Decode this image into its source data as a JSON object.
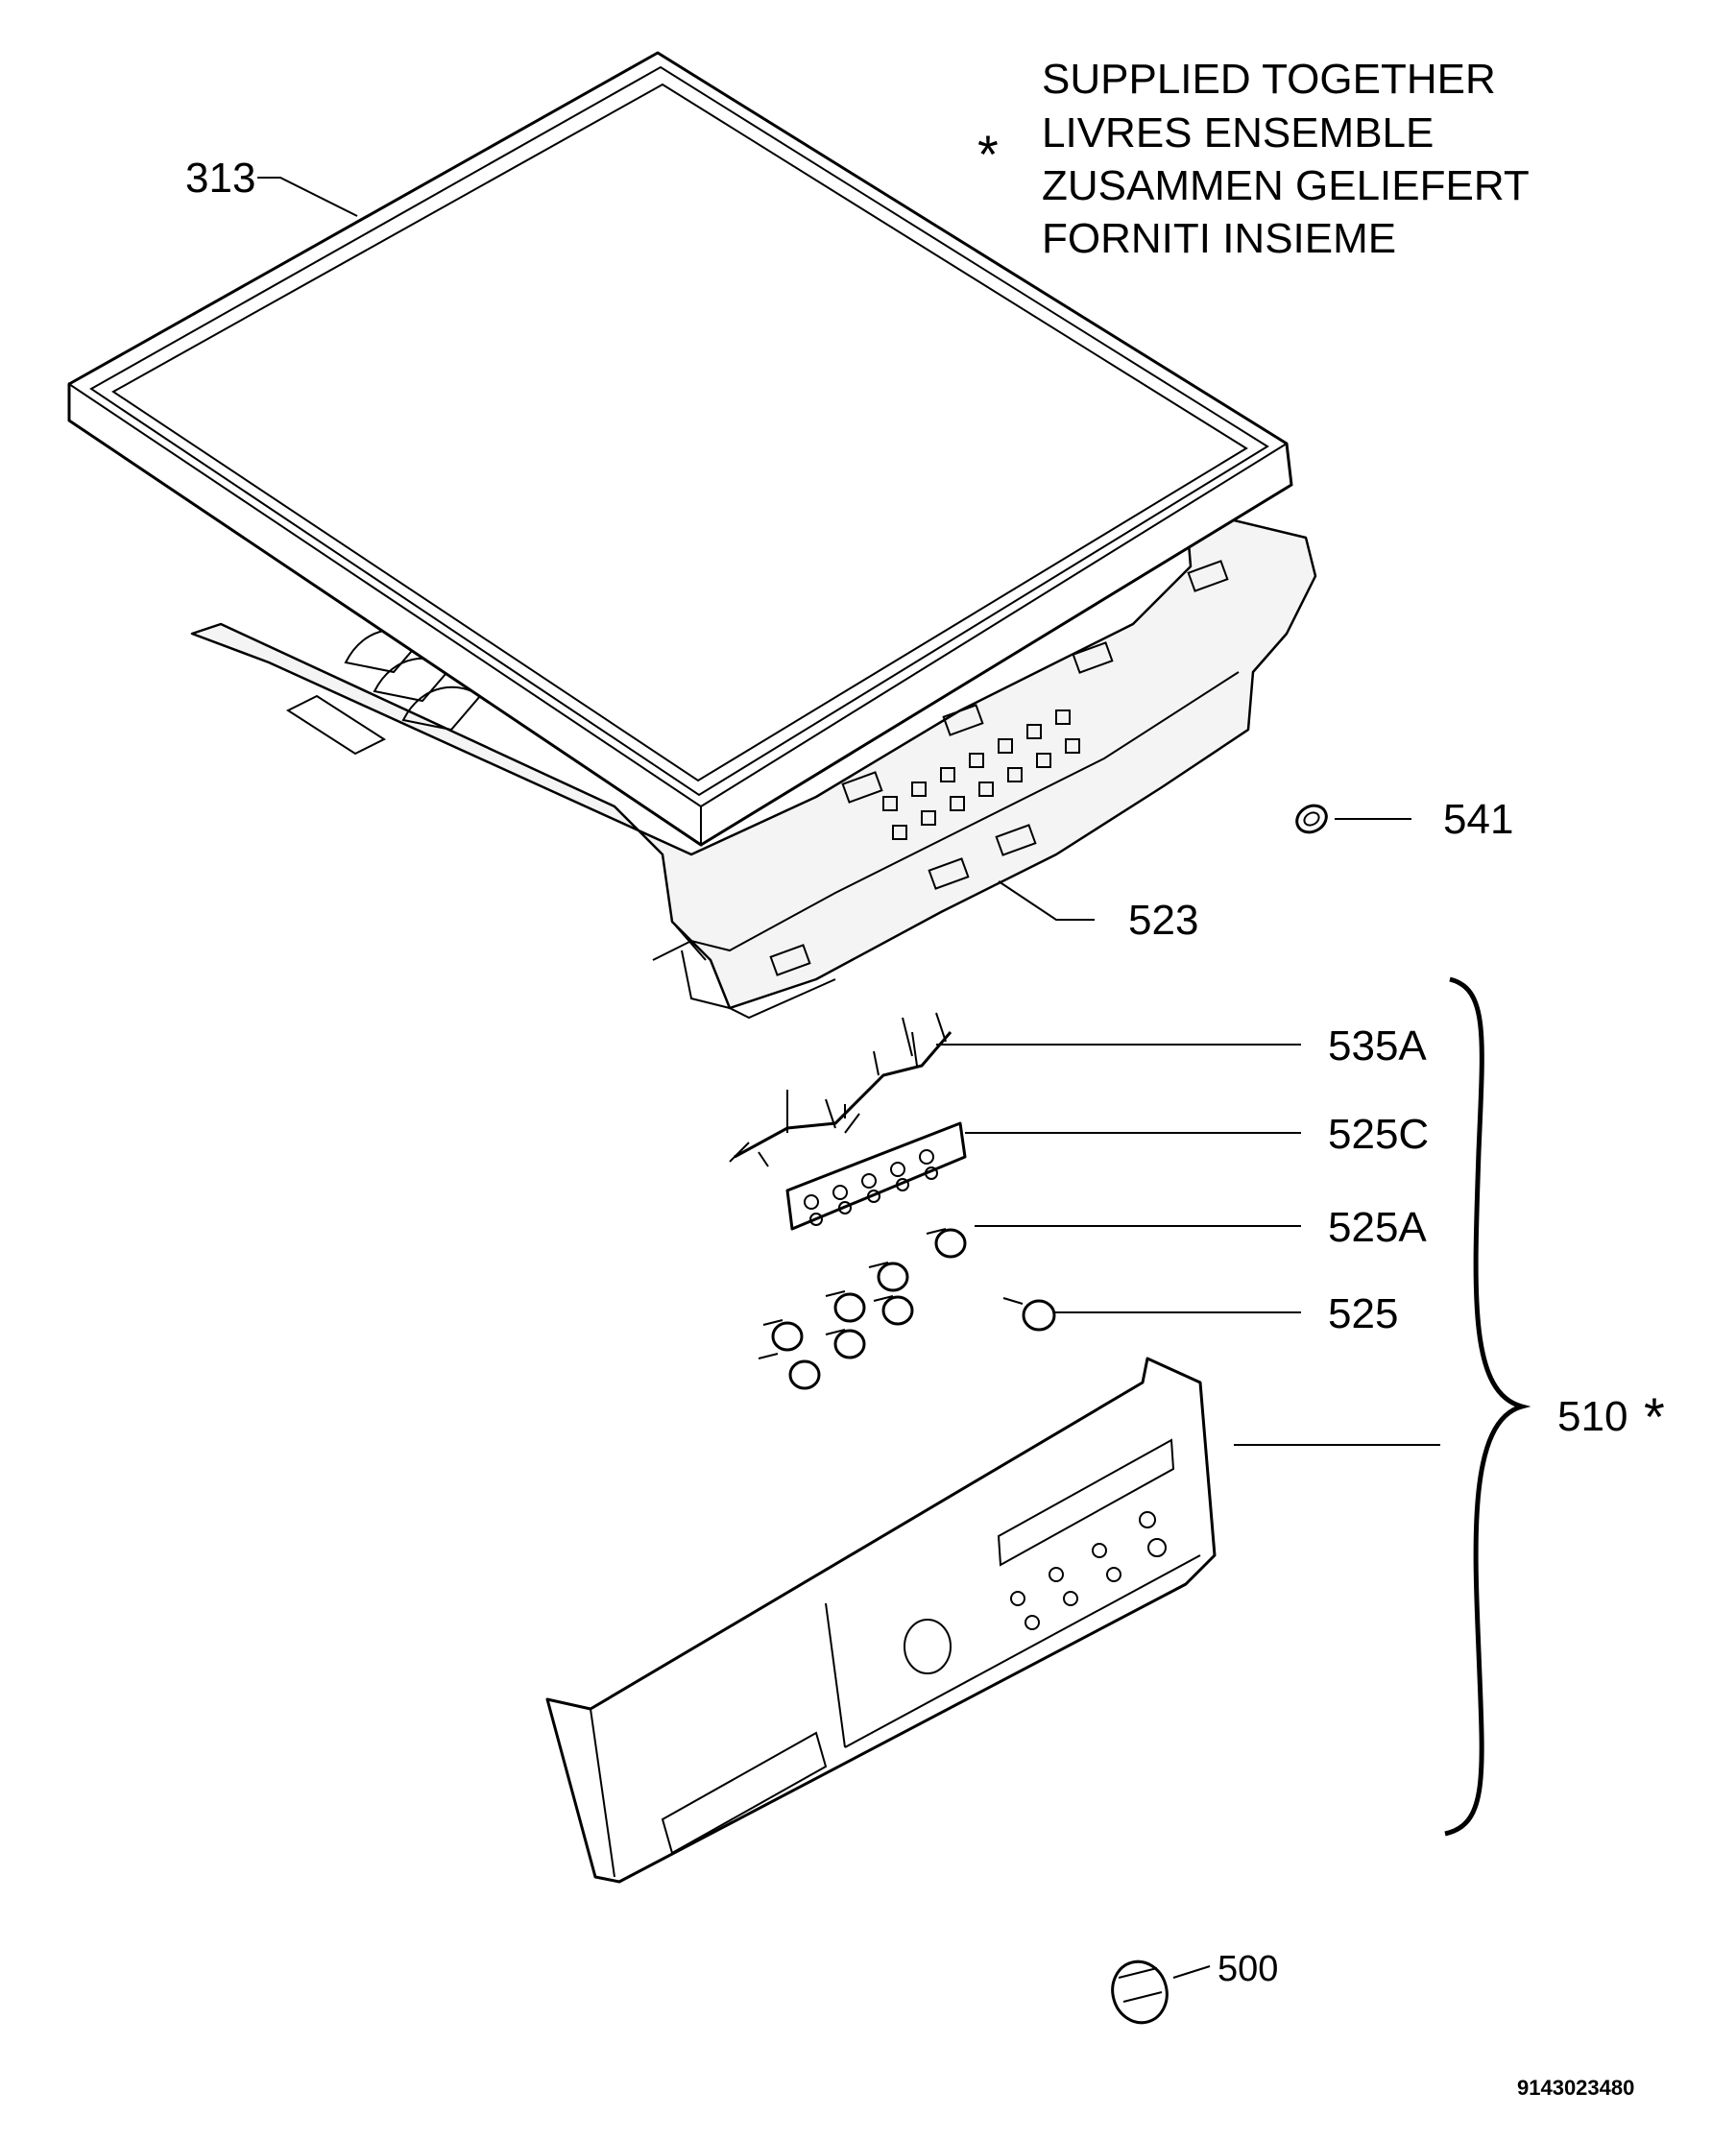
{
  "note": {
    "symbol": "*",
    "lines": [
      "SUPPLIED TOGETHER",
      "LIVRES ENSEMBLE",
      "ZUSAMMEN GELIEFERT",
      "FORNITI INSIEME"
    ]
  },
  "parts": {
    "p313": "313",
    "p523": "523",
    "p541": "541",
    "p535A": "535A",
    "p525C": "525C",
    "p525A": "525A",
    "p525": "525",
    "p510": "510",
    "p510_mark": "*",
    "p500": "500"
  },
  "reference_number": "9143023480"
}
